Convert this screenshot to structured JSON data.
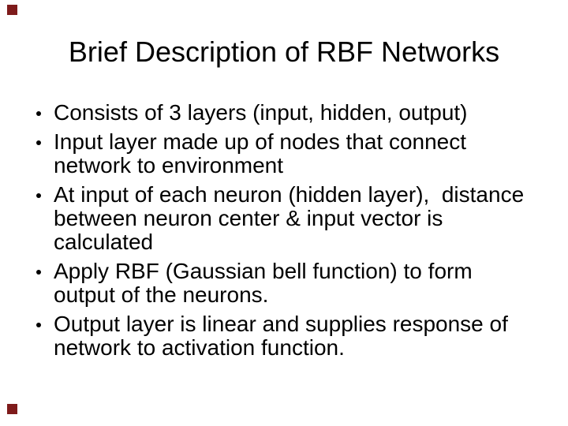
{
  "slide": {
    "title": "Brief Description of RBF Networks",
    "bullets": [
      "Consists of 3 layers (input, hidden, output)",
      "Input layer made up of nodes that connect network to environment",
      "At input of each neuron (hidden layer),  distance between neuron center & input vector is calculated",
      "Apply RBF (Gaussian bell function) to form output of the neurons.",
      "Output layer is linear and supplies response of network to activation function."
    ],
    "colors": {
      "background": "#ffffff",
      "text": "#000000",
      "corner_marker": "#7e1b1b"
    }
  }
}
